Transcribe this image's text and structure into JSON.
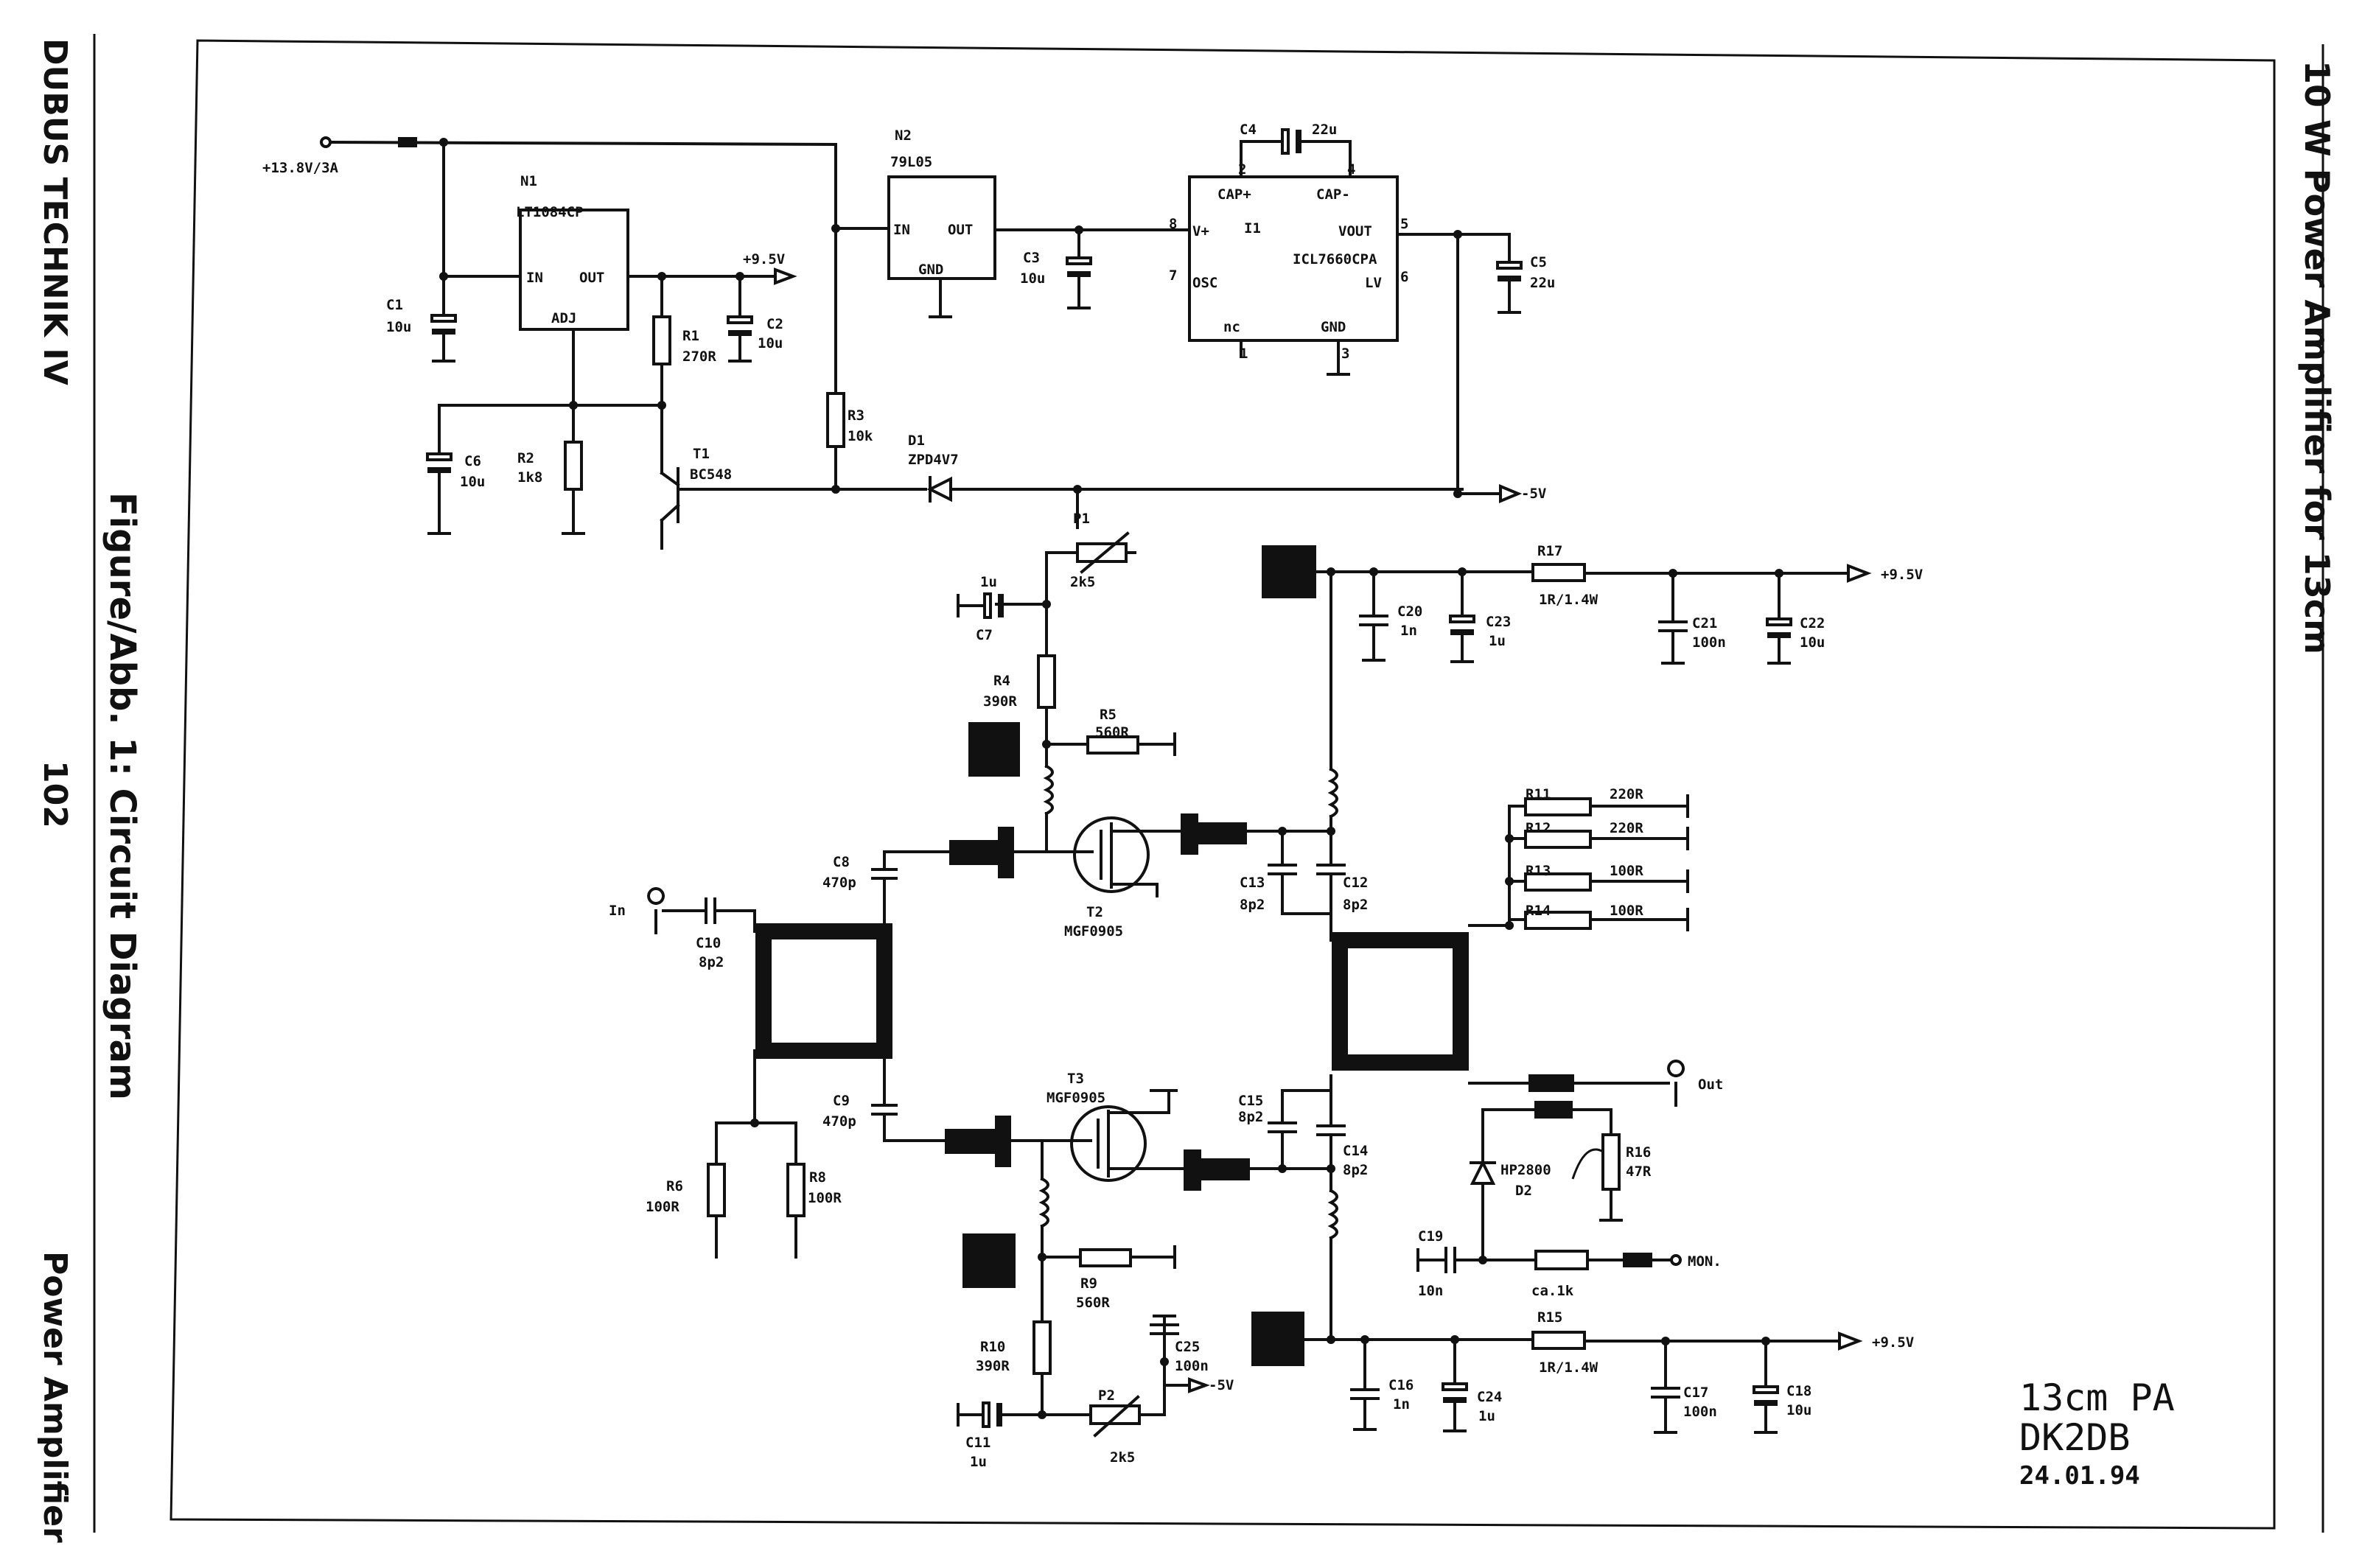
{
  "margin": {
    "left_top": "DUBUS TECHNIK IV",
    "left_caption": "Figure/Abb. 1: Circuit Diagram",
    "page_number": "102",
    "left_bottom": "Power Amplifier",
    "right_title": "10 W Power Amplifier for 13cm"
  },
  "title_block": {
    "line1": "13cm PA",
    "line2": "DK2DB",
    "date": "24.01.94"
  },
  "nets": {
    "supply_in": "+13.8V/3A",
    "p95_a": "+9.5V",
    "p95_b": "+9.5V",
    "p95_c": "+9.5V",
    "m5_a": "-5V",
    "m5_b": "-5V",
    "in": "In",
    "out": "Out",
    "mon": "MON."
  },
  "parts": {
    "N1": {
      "ref": "N1",
      "type": "LT1084CP",
      "pin_in": "IN",
      "pin_out": "OUT",
      "pin_adj": "ADJ"
    },
    "N2": {
      "ref": "N2",
      "type": "79L05",
      "pin_in": "IN",
      "pin_out": "OUT",
      "pin_gnd": "GND"
    },
    "I1": {
      "ref": "I1",
      "type": "ICL7660CPA",
      "cap_p": "CAP+",
      "cap_m": "CAP-",
      "vp": "V+",
      "vout": "VOUT",
      "osc": "OSC",
      "lv": "LV",
      "nc": "nc",
      "gnd": "GND",
      "p1": "1",
      "p2": "2",
      "p3": "3",
      "p4": "4",
      "p5": "5",
      "p6": "6",
      "p7": "7",
      "p8": "8"
    },
    "C1": {
      "ref": "C1",
      "value": "10u"
    },
    "C2": {
      "ref": "C2",
      "value": "10u"
    },
    "C3": {
      "ref": "C3",
      "value": "10u"
    },
    "C4": {
      "ref": "C4",
      "value": "22u"
    },
    "C5": {
      "ref": "C5",
      "value": "22u"
    },
    "C6": {
      "ref": "C6",
      "value": "10u"
    },
    "C7": {
      "ref": "C7",
      "value": "1u"
    },
    "C8": {
      "ref": "C8",
      "value": "470p"
    },
    "C9": {
      "ref": "C9",
      "value": "470p"
    },
    "C10": {
      "ref": "C10",
      "value": "8p2"
    },
    "C11": {
      "ref": "C11",
      "value": "1u"
    },
    "C12": {
      "ref": "C12",
      "value": "8p2"
    },
    "C13": {
      "ref": "C13",
      "value": "8p2"
    },
    "C14": {
      "ref": "C14",
      "value": "8p2"
    },
    "C15": {
      "ref": "C15",
      "value": "8p2"
    },
    "C16": {
      "ref": "C16",
      "value": "1n"
    },
    "C17": {
      "ref": "C17",
      "value": "100n"
    },
    "C18": {
      "ref": "C18",
      "value": "10u"
    },
    "C19": {
      "ref": "C19",
      "value": "10n"
    },
    "C20": {
      "ref": "C20",
      "value": "1n"
    },
    "C21": {
      "ref": "C21",
      "value": "100n"
    },
    "C22": {
      "ref": "C22",
      "value": "10u"
    },
    "C23": {
      "ref": "C23",
      "value": "1u"
    },
    "C24": {
      "ref": "C24",
      "value": "1u"
    },
    "C25": {
      "ref": "C25",
      "value": "100n"
    },
    "R1": {
      "ref": "R1",
      "value": "270R"
    },
    "R2": {
      "ref": "R2",
      "value": "1k8"
    },
    "R3": {
      "ref": "R3",
      "value": "10k"
    },
    "R4": {
      "ref": "R4",
      "value": "390R"
    },
    "R5": {
      "ref": "R5",
      "value": "560R"
    },
    "R6": {
      "ref": "R6",
      "value": "100R"
    },
    "R8": {
      "ref": "R8",
      "value": "100R"
    },
    "R9": {
      "ref": "R9",
      "value": "560R"
    },
    "R10": {
      "ref": "R10",
      "value": "390R"
    },
    "R11": {
      "ref": "R11",
      "value": "220R"
    },
    "R12": {
      "ref": "R12",
      "value": "220R"
    },
    "R13": {
      "ref": "R13",
      "value": "100R"
    },
    "R14": {
      "ref": "R14",
      "value": "100R"
    },
    "R15": {
      "ref": "R15",
      "value": "1R/1.4W"
    },
    "R16": {
      "ref": "R16",
      "value": "47R"
    },
    "R17": {
      "ref": "R17",
      "value": "1R/1.4W"
    },
    "Rmon": {
      "value": "ca.1k"
    },
    "P1": {
      "ref": "P1",
      "value": "2k5"
    },
    "P2": {
      "ref": "P2",
      "value": "2k5"
    },
    "T1": {
      "ref": "T1",
      "type": "BC548"
    },
    "T2": {
      "ref": "T2",
      "type": "MGF0905"
    },
    "T3": {
      "ref": "T3",
      "type": "MGF0905"
    },
    "D1": {
      "ref": "D1",
      "type": "ZPD4V7"
    },
    "D2": {
      "ref": "D2",
      "type": "HP2800"
    }
  }
}
